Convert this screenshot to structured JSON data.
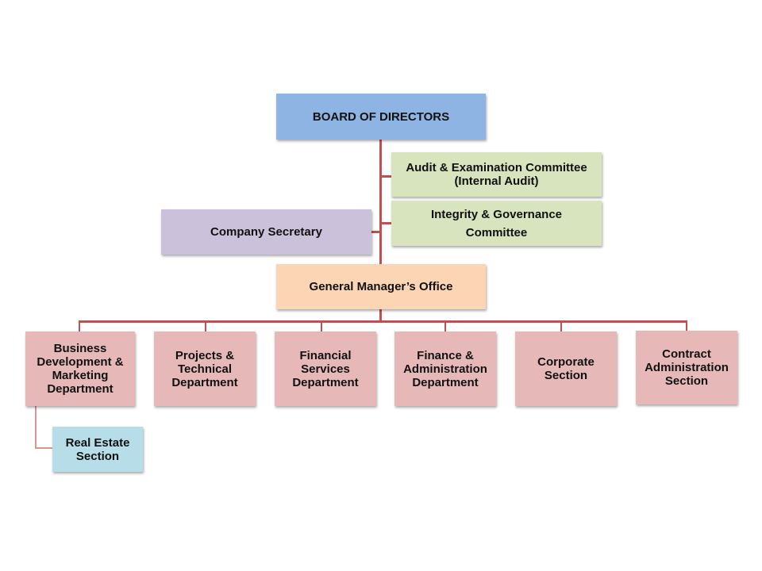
{
  "diagram": {
    "type": "organization-chart",
    "colors": {
      "connector": "#c0504d",
      "board": "#8eb4e3",
      "committee": "#d7e4bd",
      "secretary": "#ccc1da",
      "general_manager": "#fcd5b5",
      "department": "#e6b9b8",
      "section_sub": "#b7dee8"
    },
    "board": {
      "label": "BOARD OF DIRECTORS"
    },
    "committees": [
      {
        "label_line1": "Audit & Examination Committee",
        "label_line2": "(Internal Audit)"
      },
      {
        "label_line1": "Integrity & Governance",
        "label_line2": "Committee"
      }
    ],
    "secretary": {
      "label": "Company Secretary"
    },
    "general_manager": {
      "label": "General Manager’s Office"
    },
    "departments": [
      {
        "lines": [
          "Business",
          "Development &",
          "Marketing",
          "Department"
        ]
      },
      {
        "lines": [
          "Projects &",
          "Technical",
          "Department"
        ]
      },
      {
        "lines": [
          "Financial",
          "Services",
          "Department"
        ]
      },
      {
        "lines": [
          "Finance &",
          "Administration",
          "Department"
        ]
      },
      {
        "lines": [
          "Corporate",
          "Section"
        ]
      },
      {
        "lines": [
          "Contract",
          "Administration",
          "Section"
        ]
      }
    ],
    "sub_units": [
      {
        "parent": "Business Development & Marketing Department",
        "lines": [
          "Real Estate",
          "Section"
        ]
      }
    ]
  }
}
